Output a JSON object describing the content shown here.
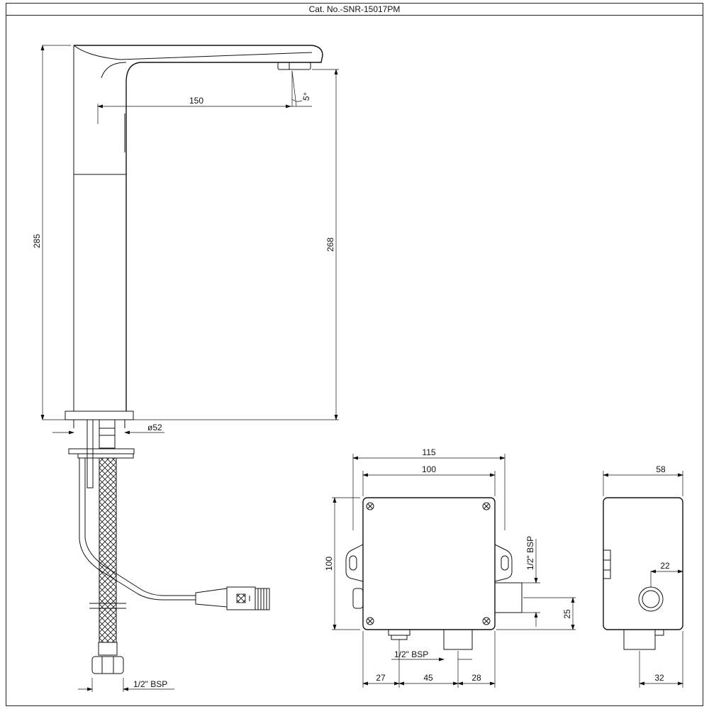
{
  "header": {
    "catalog_label": "Cat. No.-SNR-15017PM"
  },
  "faucet_view": {
    "spout_reach": "150",
    "spout_angle": "5°",
    "total_height": "285",
    "spout_height": "268",
    "base_diameter": "ø52",
    "inlet_thread": "1/2\" BSP"
  },
  "control_box_front": {
    "overall_width": "115",
    "body_width": "100",
    "body_height": "100",
    "outlet_thread": "1/2\" BSP",
    "outlet_offset": "25",
    "inlet_thread": "1/2\" BSP",
    "offset_left": "27",
    "port_spacing": "45",
    "offset_right": "28"
  },
  "control_box_side": {
    "depth": "58",
    "port_diameter": "22",
    "port_offset": "32"
  }
}
